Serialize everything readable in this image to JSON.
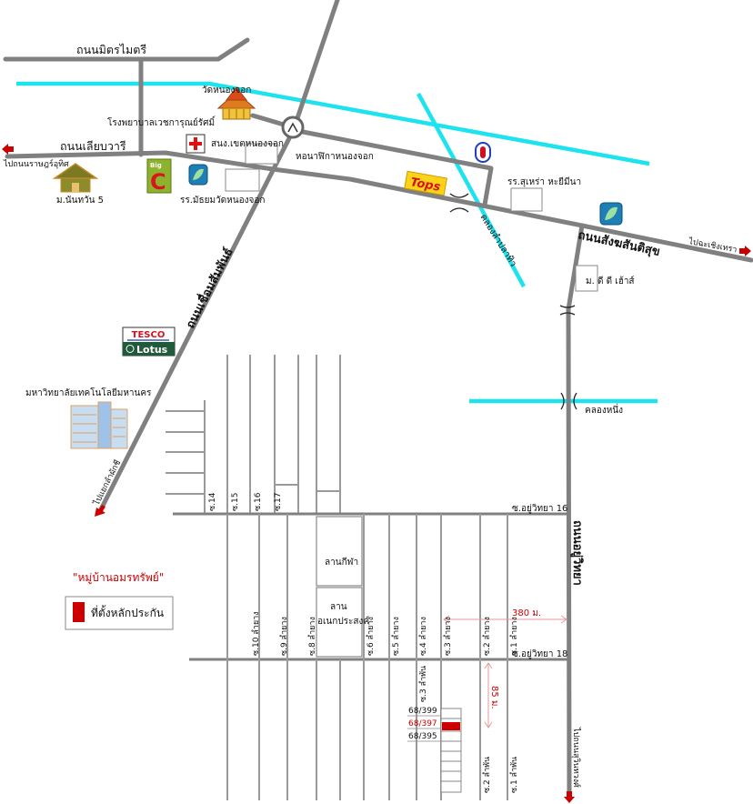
{
  "colors": {
    "road": "#808080",
    "alley": "#9a9a9a",
    "canal": "#1de3ee",
    "marker": "#cc0000",
    "measure": "#e59a9a"
  },
  "roads": {
    "mittraimaitri": "ถนนมิตรไมตรี",
    "liabwari": "ถนนเลียบวารี",
    "sangkhasantisuk": "ถนนสังฆสันติสุข",
    "chueamsamphan": "ถนนเชื่อมสัมพันธ์",
    "yuwitthaya": "ถนนอยู่วิทยา",
    "soi16": "ซ.อยู่วิทยา 16",
    "soi18": "ซ.อยู่วิทยา 18"
  },
  "directions": {
    "ratutit": "ไปถนนราษฎร์อุทิศ",
    "chachoengsao": "ไปฉะเชิงเทรา",
    "lamphakchi": "ไปแยกลำผักชี",
    "suwinthawong": "ไปถนนสุวินทวงศ์"
  },
  "canals": {
    "lamplathio": "คลองลำปลาทิว",
    "nueng": "คลองหนึ่ง"
  },
  "places": {
    "temple": "วัดหนองจอก",
    "hospital": "โรงพยาบาลเวชการุณย์รัศมิ์",
    "district_office": "สนง.เขตหนองจอก",
    "nanthawan": "ม.นันทวัน 5",
    "school_mathayom": "รร.มัธยมวัดหนองจอก",
    "clock_tower": "หอนาฬิกาหนองจอก",
    "school_surao": "รร.สุเหร่า หะยีมีนา",
    "dd_house": "ม. ดี ดี เฮ้าส์",
    "university": "มหาวิทยาลัยเทคโนโลยีมหานคร",
    "sports_ground": "ลานกีฬา",
    "multi_ground_1": "ลาน",
    "multi_ground_2": "อเนกประสงค์"
  },
  "logos": {
    "tops": "Tops",
    "bigc_small": "Big",
    "bigc_big": "C",
    "tesco": "TESCO",
    "lotus": "Lotus"
  },
  "sois_upper": [
    "ซ.14",
    "ซ.15",
    "ซ.16",
    "ซ.17"
  ],
  "sois_lower": [
    "ซ.10 ลำยาง",
    "ซ.9 ลำยาง",
    "ซ.8 ลำยาง",
    "ซ.6 ลำยาง",
    "ซ.5 ลำยาง",
    "ซ.4 ลำยาง",
    "ซ.3 ลำยาง",
    "ซ.2 ลำยาง",
    "ซ.1 ลำยาง"
  ],
  "sois_bottom": [
    "ซ.3 ลำพัน",
    "ซ.2 ลำพัน",
    "ซ.1 ลำพัน"
  ],
  "distances": {
    "horizontal": "380 ม.",
    "vertical": "85 ม."
  },
  "houses": {
    "h399": "68/399",
    "h397": "68/397",
    "h395": "68/395"
  },
  "legend": {
    "village": "\"หมู่บ้านอมรทรัพย์\"",
    "collateral": "ที่ตั้งหลักประกัน"
  },
  "icons": {
    "temple": "temple-icon",
    "hospital": "red-cross-icon",
    "home": "house-icon",
    "fuel": "fuel-station-icon",
    "roundabout": "roundabout-icon",
    "direction": "red-arrow-icon"
  }
}
